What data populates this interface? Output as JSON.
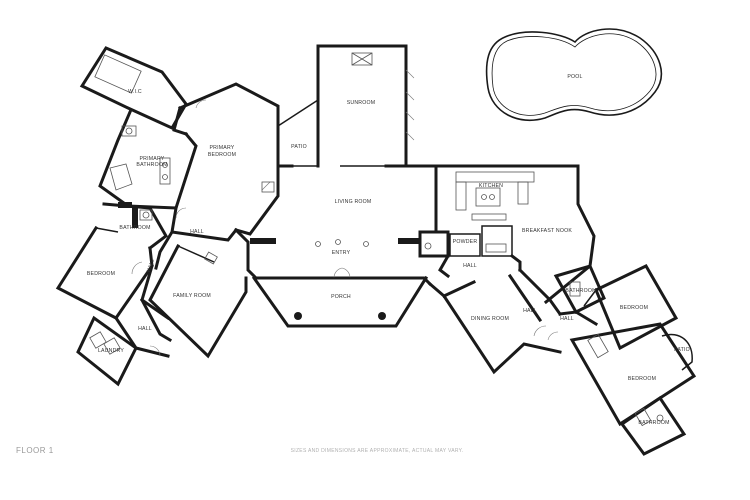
{
  "floor_label": "FLOOR 1",
  "disclaimer": "SIZES AND DIMENSIONS ARE APPROXIMATE, ACTUAL MAY VARY.",
  "rooms": {
    "wic": "W.I.C",
    "primary_bathroom_1": "PRIMARY",
    "primary_bathroom_2": "BATHROOM",
    "primary_bedroom_1": "PRIMARY",
    "primary_bedroom_2": "BEDROOM",
    "patio_left": "PATIO",
    "sunroom": "SUNROOM",
    "pool": "POOL",
    "kitchen": "KITCHEN",
    "living_room": "LIVING ROOM",
    "breakfast_nook": "BREAKFAST NOOK",
    "powder": "POWDER",
    "bathroom_left": "BATHROOM",
    "hall_left_upper": "HALL",
    "hall_left_vertical": "HALL",
    "hall_left_lower": "HALL",
    "hall_center": "HALL",
    "hall_right": "HALL",
    "hall_right_2": "HALL",
    "bedroom_left": "BEDROOM",
    "family_room": "FAMILY ROOM",
    "entry": "ENTRY",
    "porch": "PORCH",
    "laundry": "LAUNDRY",
    "dining_room": "DINING ROOM",
    "bathroom_right": "BATHROOM",
    "bedroom_right_upper": "BEDROOM",
    "bedroom_right_lower": "BEDROOM",
    "patio_right": "PATIO",
    "bathroom_bottom_right": "BATHROOM"
  }
}
